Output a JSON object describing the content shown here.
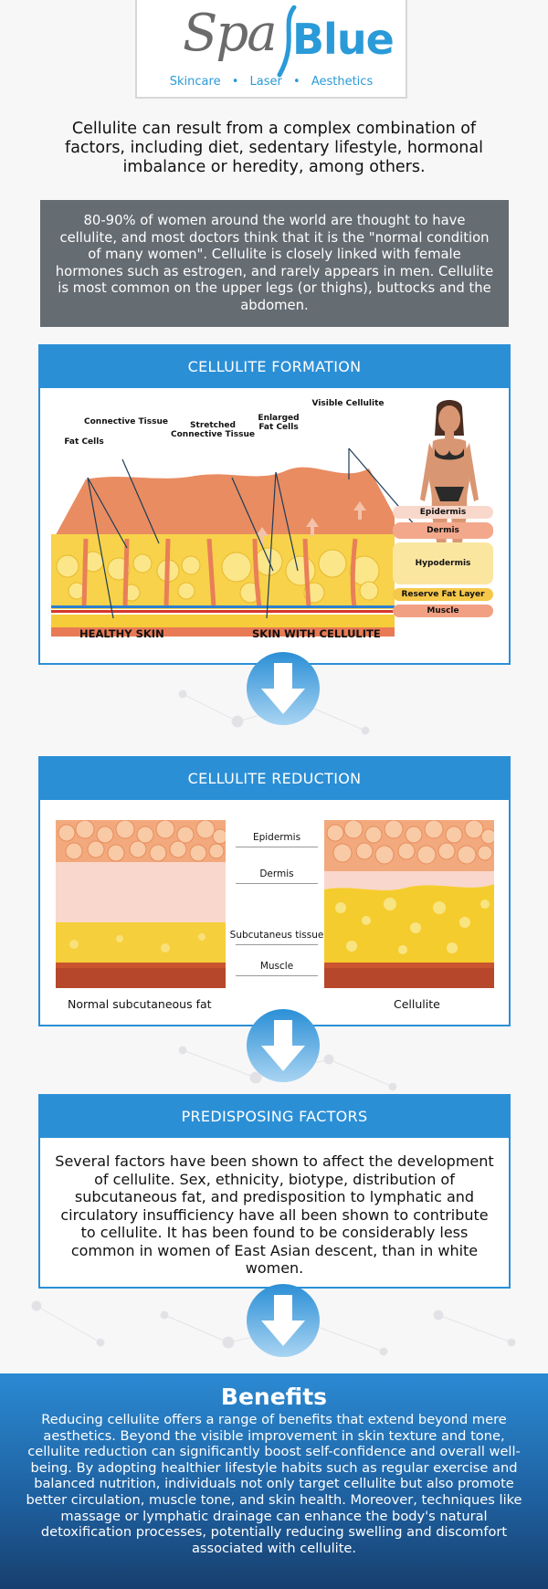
{
  "logo": {
    "word_spa": "Spa",
    "word_blue": "Blue",
    "tag_1": "Skincare",
    "tag_2": "Laser",
    "tag_3": "Aesthetics",
    "bullet": "•"
  },
  "intro_text": "Cellulite can result from a complex combination of factors, including diet, sedentary lifestyle, hormonal imbalance or heredity, among others.",
  "stats_text": "80-90% of women around the world are thought to have cellulite, and most doctors think that it is the \"normal condition of many women\". Cellulite is closely linked with female hormones such as estrogen, and rarely appears in men. Cellulite is most common on the upper legs (or thighs), buttocks and the abdomen.",
  "formation": {
    "title": "CELLULITE FORMATION",
    "labels": {
      "connective_tissue": "Connective Tissue",
      "fat_cells": "Fat Cells",
      "stretched_connective_tissue": "Stretched Connective Tissue",
      "enlarged_fat_cells": "Enlarged Fat Cells",
      "visible_cellulite": "Visible Cellulite"
    },
    "layers": [
      "Epidermis",
      "Dermis",
      "Hypodermis",
      "Reserve Fat Layer",
      "Muscle"
    ],
    "healthy_skin": "HEALTHY SKIN",
    "skin_with_cellulite": "SKIN WITH CELLULITE"
  },
  "reduction": {
    "title": "CELLULITE REDUCTION",
    "layers": [
      "Epidermis",
      "Dermis",
      "Subcutaneus tissue",
      "Muscle"
    ],
    "left_caption": "Normal subcutaneous fat",
    "right_caption": "Cellulite"
  },
  "factors": {
    "title": "PREDISPOSING FACTORS",
    "text": "Several factors have been shown to affect the development of cellulite. Sex, ethnicity, biotype, distribution of subcutaneous fat, and predisposition to lymphatic and circulatory insufficiency have all been shown to contribute to cellulite. It has been found to be considerably less common in women of East Asian descent, than in white women."
  },
  "benefits": {
    "title": "Benefits",
    "text": "Reducing cellulite offers a range of benefits that extend beyond mere aesthetics. Beyond the visible improvement in skin texture and tone, cellulite reduction can significantly boost self-confidence and overall well-being. By adopting healthier lifestyle habits such as regular exercise and balanced nutrition, individuals not only target cellulite but also promote better circulation, muscle tone, and skin health. Moreover, techniques like massage or lymphatic drainage can enhance the body's natural detoxification processes, potentially reducing swelling and discomfort associated with cellulite."
  },
  "colors": {
    "brand_blue": "#2b8fd6",
    "gray_box": "#656c72",
    "fat_yellow": "#f6cf3a",
    "skin_orange": "#ec8a62",
    "muscle_red": "#b8452a"
  },
  "icons": [
    "down-arrow-icon",
    "woman-figure-icon",
    "spa-swoosh-icon"
  ]
}
